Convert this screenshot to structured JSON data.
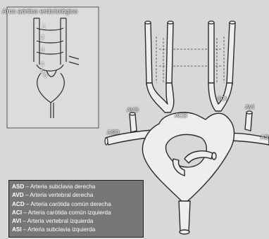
{
  "inset": {
    "title": "Arco aórtico embriológico",
    "numbers": [
      "1",
      "2",
      "3",
      "4",
      "5",
      "6"
    ]
  },
  "labels": {
    "asd": "ASD",
    "avd": "AVD",
    "acd": "ACD",
    "aci": "ACI",
    "avi": "AVI",
    "asi": "ASI"
  },
  "legend": [
    {
      "abbr": "ASD",
      "text": " – Arteria subclavia derecha"
    },
    {
      "abbr": "AVD",
      "text": " – Arteria vertebral derecha"
    },
    {
      "abbr": "ACD",
      "text": " – Arteria carótida común derecha"
    },
    {
      "abbr": "ACI",
      "text": " – Arteria carótida común izquierda"
    },
    {
      "abbr": "AVI",
      "text": " – Arteria vertebral izquierda"
    },
    {
      "abbr": "ASI",
      "text": " – Arteria subclavia izquierda"
    }
  ],
  "colors": {
    "paper": "#d8d8d6",
    "vessel_fill": "#eeeeec",
    "vessel_stroke": "#2b2b2b",
    "dashed": "#444444",
    "inset_border": "#555555"
  }
}
